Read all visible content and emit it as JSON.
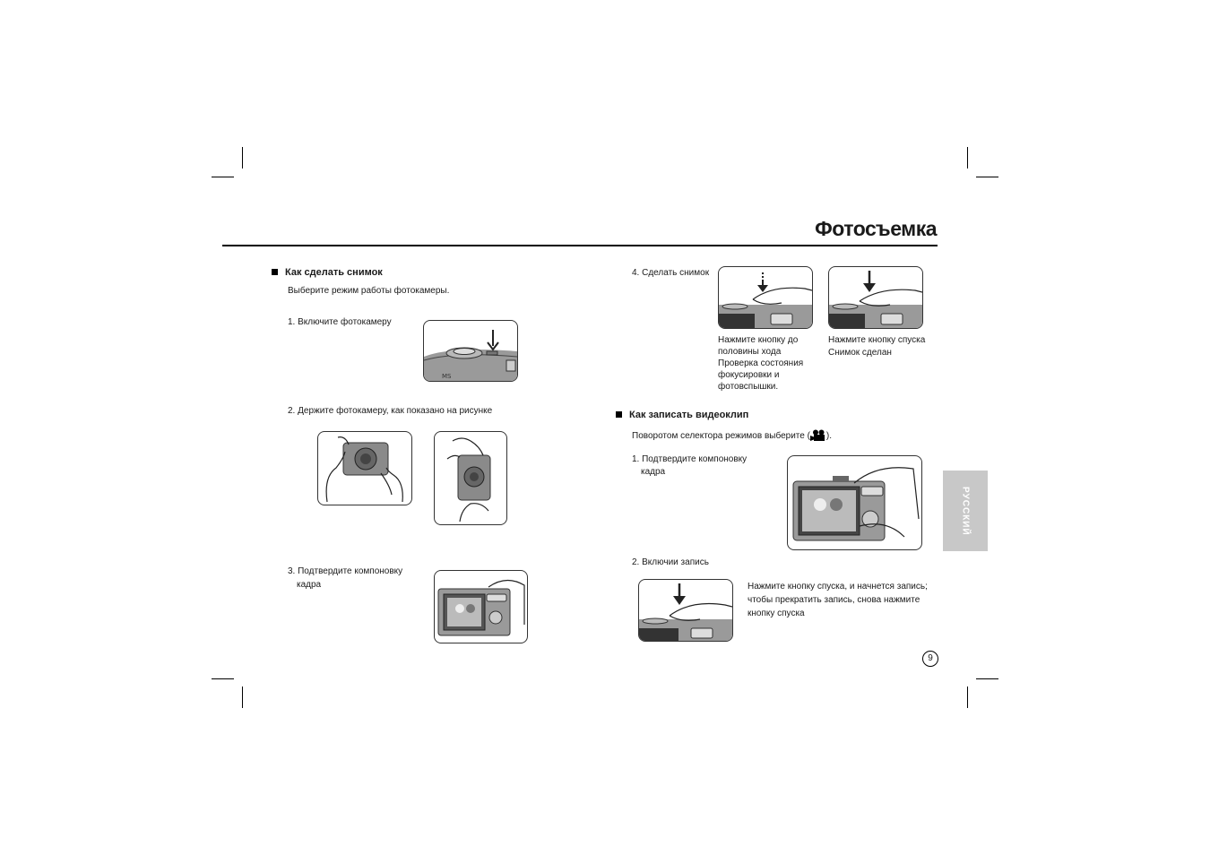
{
  "page": {
    "title": "Фотосъемка",
    "page_number": "9",
    "side_tab": "РУССКИЙ"
  },
  "photo_section": {
    "heading": "Как сделать снимок",
    "intro": "Выберите режим работы фотокамеры.",
    "step1": "1. Включите фотокамеру",
    "step2": "2. Держите фотокамеру, как показано на рисунке",
    "step3_line1": "3. Подтвердите компоновку",
    "step3_line2": "кадра",
    "step4": "4. Сделать снимок",
    "half_press": [
      "Нажмите кнопку до",
      "половины хода",
      "Проверка состояния",
      "фокусировки и",
      "фотовспышки."
    ],
    "full_press": [
      "Нажмите кнопку спуска",
      "Снимок сделан"
    ]
  },
  "video_section": {
    "heading": "Как записать видеоклип",
    "intro_before": "Поворотом селектора режимов выберите (",
    "intro_after": ").",
    "step1_line1": "1. Подтвердите компоновку",
    "step1_line2": "кадра",
    "step2": "2. Включии запись",
    "record_note": [
      "Нажмите кнопку спуска, и начнется запись;",
      "чтобы прекратить запись, снова нажмите",
      "кнопку спуска"
    ]
  },
  "icons": [
    "movie-camera-icon",
    "arrow-down-icon"
  ],
  "colors": {
    "tab_bg": "#c8c8c8",
    "tab_text": "#ffffff",
    "rule": "#000000"
  }
}
